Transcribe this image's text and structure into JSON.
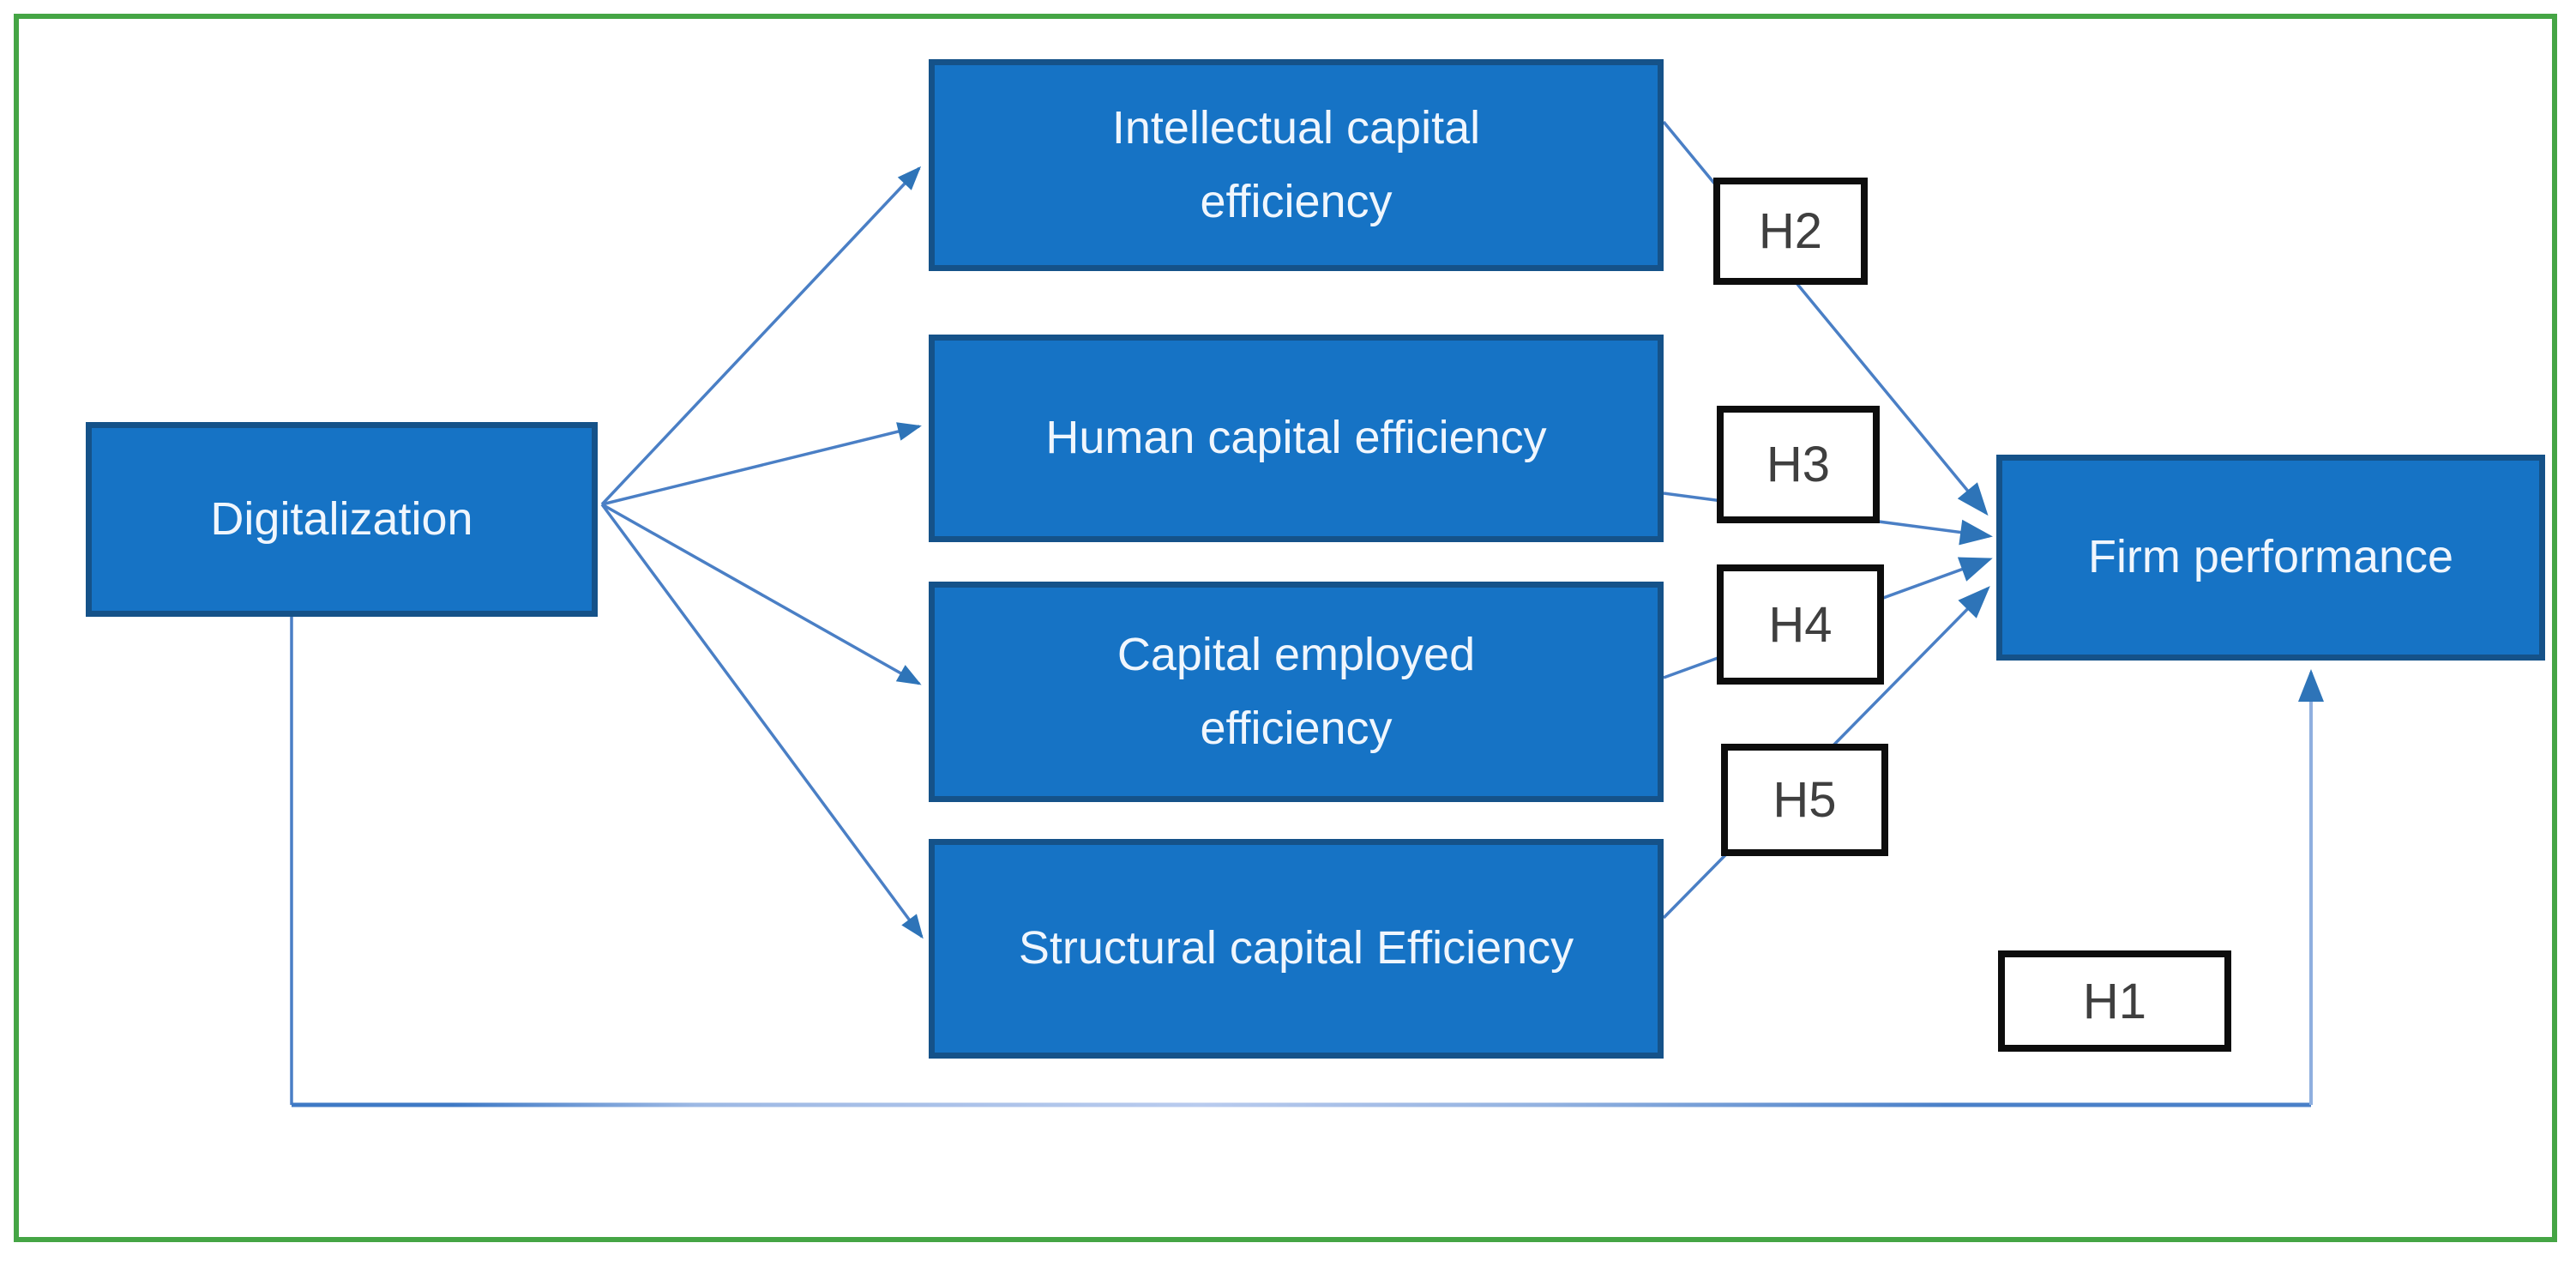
{
  "diagram": {
    "nodes": {
      "digitalization": {
        "lines": [
          "Digitalization"
        ]
      },
      "intellectual": {
        "lines": [
          "Intellectual capital",
          "efficiency"
        ]
      },
      "human": {
        "lines": [
          "Human capital efficiency"
        ]
      },
      "capital": {
        "lines": [
          "Capital employed",
          "efficiency"
        ]
      },
      "structural": {
        "lines": [
          "Structural capital Efficiency"
        ]
      },
      "firm": {
        "lines": [
          "Firm performance"
        ]
      }
    },
    "hypotheses": {
      "h1": "H1",
      "h2": "H2",
      "h3": "H3",
      "h4": "H4",
      "h5": "H5"
    },
    "colors": {
      "node_fill": "#1673c5",
      "node_border": "#155289",
      "node_text": "#f0f6fd",
      "frame_green": "#45a545",
      "connector_blue": "#4a7fc5",
      "connector_light_blue": "#8fafdf",
      "arrowhead_blue": "#2e74b8",
      "hypothesis_border": "#0d0d0d",
      "hypothesis_text": "#3f3f3f",
      "background": "#ffffff"
    }
  }
}
